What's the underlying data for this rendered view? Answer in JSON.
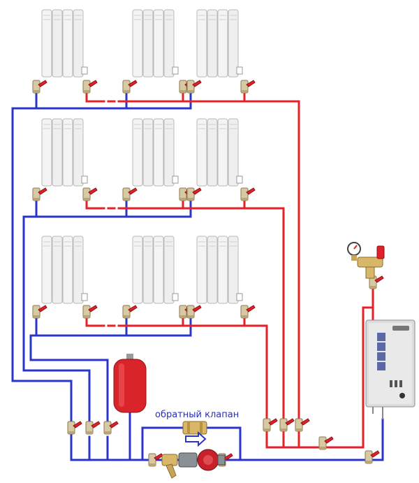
{
  "labels": {
    "check_valve": "обратный клапан"
  },
  "colors": {
    "supply_pipe": "#e8202a",
    "return_pipe": "#2a36c9",
    "radiator": "#f2f2f2",
    "expansion_tank": "#d9252a",
    "boiler_body": "#dcdcdc",
    "arrow": "#2a36c9"
  },
  "components": {
    "radiator_rows": 3,
    "radiators_per_row": 3,
    "icons": [
      "radiator-icon",
      "shutoff-valve-icon",
      "expansion-tank-icon",
      "circulation-pump-icon",
      "check-valve-icon",
      "strainer-icon",
      "electric-boiler-icon",
      "safety-group-icon",
      "pressure-gauge-icon",
      "flow-arrow-icon"
    ]
  }
}
